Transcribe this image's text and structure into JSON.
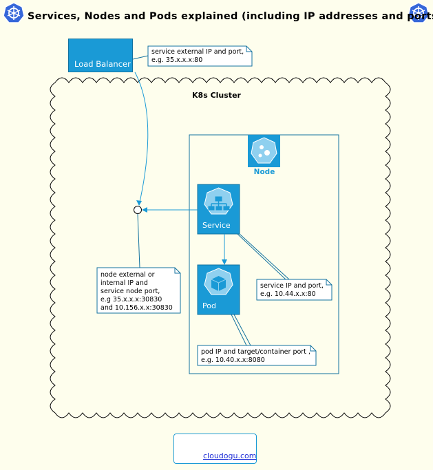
{
  "title": "Services, Nodes and Pods explained (including IP addresses and ports)",
  "load_balancer": {
    "label": "Load Balancer"
  },
  "cluster": {
    "label": "K8s Cluster"
  },
  "node": {
    "label": "Node"
  },
  "service": {
    "label": "Service"
  },
  "pod": {
    "label": "Pod"
  },
  "notes": {
    "lb": [
      "service external IP and port,",
      "e.g. 35.x.x.x:80"
    ],
    "nodeport": [
      "node external or",
      "internal IP and",
      "service node port,",
      "e.g 35.x.x.x:30830",
      "and 10.156.x.x:30830"
    ],
    "service": [
      "service IP and port,",
      "e.g. 10.44.x.x:80"
    ],
    "pod": [
      "pod IP and target/container port ,",
      "e.g. 10.40.x.x:8080"
    ]
  },
  "footer": {
    "logo_text": "cloudogu.com"
  },
  "colors": {
    "background": "#fefeed",
    "accent": "#1a9ad6",
    "note_fill": "#ffffff",
    "link": "#1b2bd6"
  },
  "icons": [
    "kubernetes-helm-icon",
    "load-balancer-icon",
    "node-icon",
    "service-icon",
    "pod-icon",
    "cloudogu-cloud-icon"
  ]
}
